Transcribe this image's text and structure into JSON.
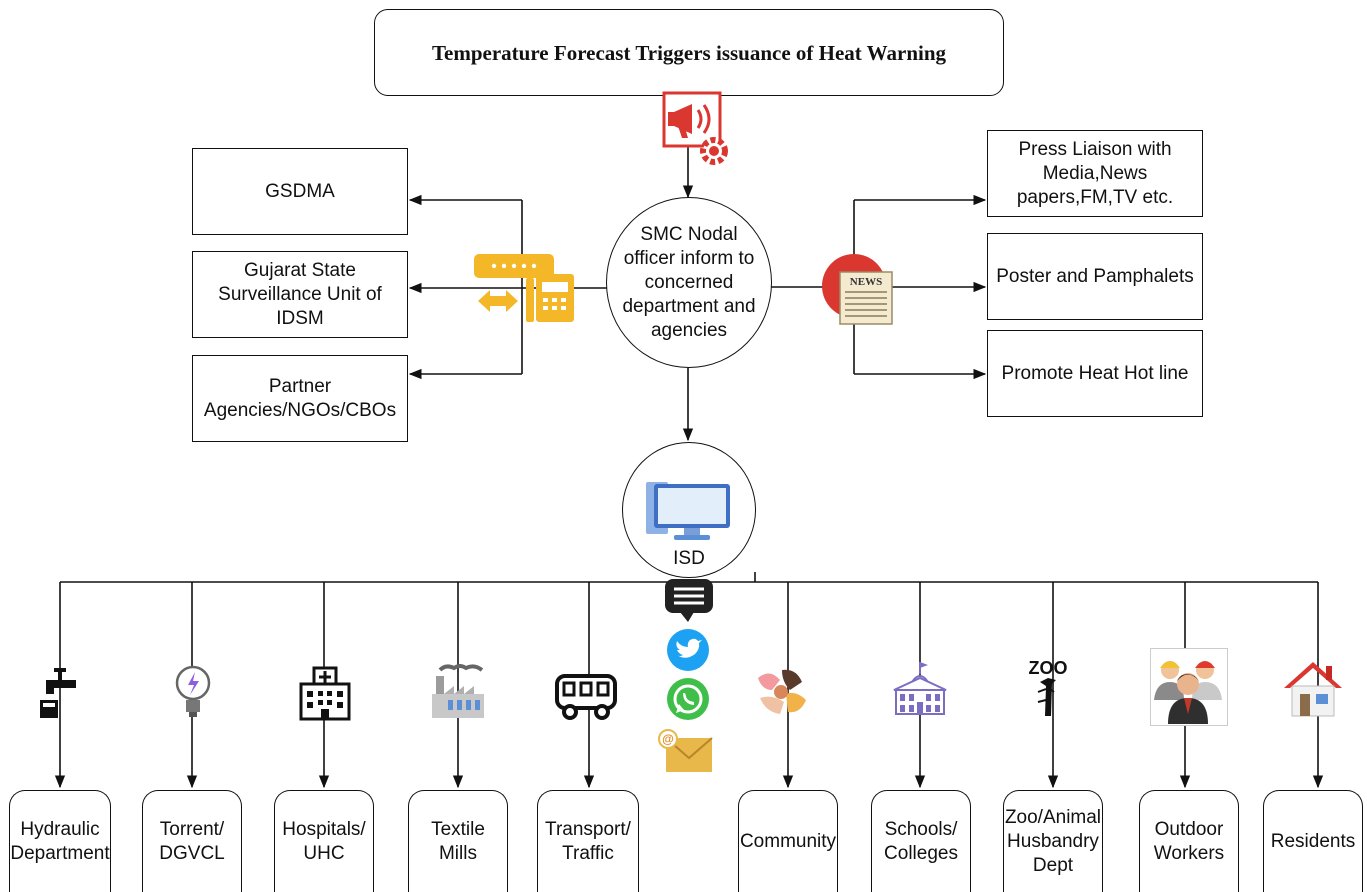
{
  "title": "Temperature Forecast Triggers issuance of Heat Warning",
  "nodal_officer": "SMC Nodal\nofficer inform to\nconcerned\ndepartment and\nagencies",
  "isd_label": "ISD",
  "left_agencies": [
    "GSDMA",
    "Gujarat State\nSurveillance Unit of\nIDSM",
    "Partner\nAgencies/NGOs/CBOs"
  ],
  "right_actions": [
    "Press Liaison with\nMedia,News\npapers,FM,TV etc.",
    "Poster and Pamphalets",
    "Promote Heat Hot line"
  ],
  "news_icon_text": "NEWS",
  "zoo_icon_text": "ZOO",
  "departments": [
    "Hydraulic\nDepartment",
    "Torrent/\nDGVCL",
    "Hospitals/\nUHC",
    "Textile\nMills",
    "Transport/\nTraffic",
    "Community",
    "Schools/\nColleges",
    "Zoo/Animal\nHusbandry\nDept",
    "Outdoor\nWorkers",
    "Residents"
  ],
  "icons": {
    "warning": "megaphone-gear-icon",
    "phone": "fax-phone-icon",
    "news": "newspaper-icon",
    "isd": "computer-monitor-icon",
    "channels": [
      "sms-chat-icon",
      "twitter-icon",
      "whatsapp-icon",
      "email-icon"
    ],
    "departments": [
      "water-tap-icon",
      "light-bulb-icon",
      "hospital-icon",
      "factory-icon",
      "bus-icon",
      "handshake-icon",
      "school-building-icon",
      "zoo-giraffe-icon",
      "workers-icon",
      "house-icon"
    ]
  },
  "colors": {
    "line": "#111111",
    "warning_red": "#d9372f",
    "phone_yellow": "#f4b728",
    "news_red": "#d9372f",
    "twitter_blue": "#1da1f2",
    "whatsapp_green": "#3fbf4a",
    "email_yellow": "#e8b84a",
    "monitor_blue": "#5b8fd6"
  }
}
